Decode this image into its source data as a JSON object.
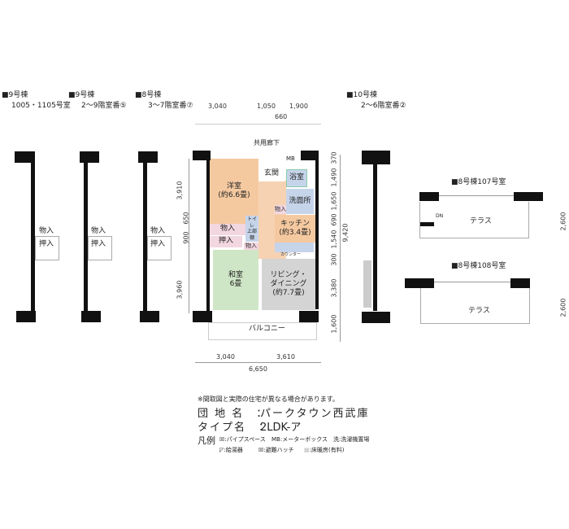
{
  "headers": [
    {
      "title": "■9号棟",
      "sub": "1005・1105号室"
    },
    {
      "title": "■9号棟",
      "sub": "2～9階室番⑤"
    },
    {
      "title": "■8号棟",
      "sub": "3～7階室番⑦"
    },
    {
      "title": "■10号棟",
      "sub": "2～6階室番②"
    }
  ],
  "side_labels": {
    "storage": "物入",
    "closet": "押入"
  },
  "plan": {
    "corridor": "共用廊下",
    "mb": "MB",
    "entrance": "玄関",
    "bath": "浴室",
    "washroom": "洗面所",
    "washer": "洗",
    "storage_small": "物入",
    "western_room": {
      "name": "洋室",
      "size": "(約6.6畳)"
    },
    "toilet": "トイレ",
    "toilet_sub": "上部棚",
    "kitchen": {
      "name": "キッチン",
      "size": "(約3.4畳)"
    },
    "storage1": "物入",
    "closet": "押入",
    "storage2": "物入",
    "counter": "カウンター",
    "japanese_room": {
      "name": "和室",
      "size": "6畳"
    },
    "living": {
      "name1": "リビング・",
      "name2": "ダイニング",
      "size": "(約7.7畳)"
    },
    "balcony": "バルコニー"
  },
  "dims": {
    "top": [
      "3,040",
      "1,050",
      "1,900"
    ],
    "top2": "660",
    "left": [
      "3,910",
      "900",
      "650",
      "3,960"
    ],
    "right": [
      "370",
      "1,490",
      "1,650",
      "690",
      "1,540",
      "300",
      "3,380",
      "1,600"
    ],
    "right_total": "9,420",
    "bottom": [
      "3,040",
      "3,610"
    ],
    "bottom_total": "6,650",
    "terrace": "2,600"
  },
  "units": [
    {
      "title": "■8号棟107号室",
      "terrace": "テラス",
      "dn": "DN"
    },
    {
      "title": "■8号棟108号室",
      "terrace": "テラス"
    }
  ],
  "info": {
    "note": "※間取図と実際の住宅が異なる場合があります。",
    "estate_label": "団 地 名　：",
    "estate": "パークタウン西武庫",
    "type_label": "タイプ名　：",
    "type": "2LDK-ア",
    "legend_label": "凡例",
    "legend": [
      ":パイプスペース",
      "MB:メーターボックス",
      "洗:洗濯機置場",
      ":給湯器",
      ":避難ハッチ",
      ":床暖房(有料)"
    ]
  }
}
